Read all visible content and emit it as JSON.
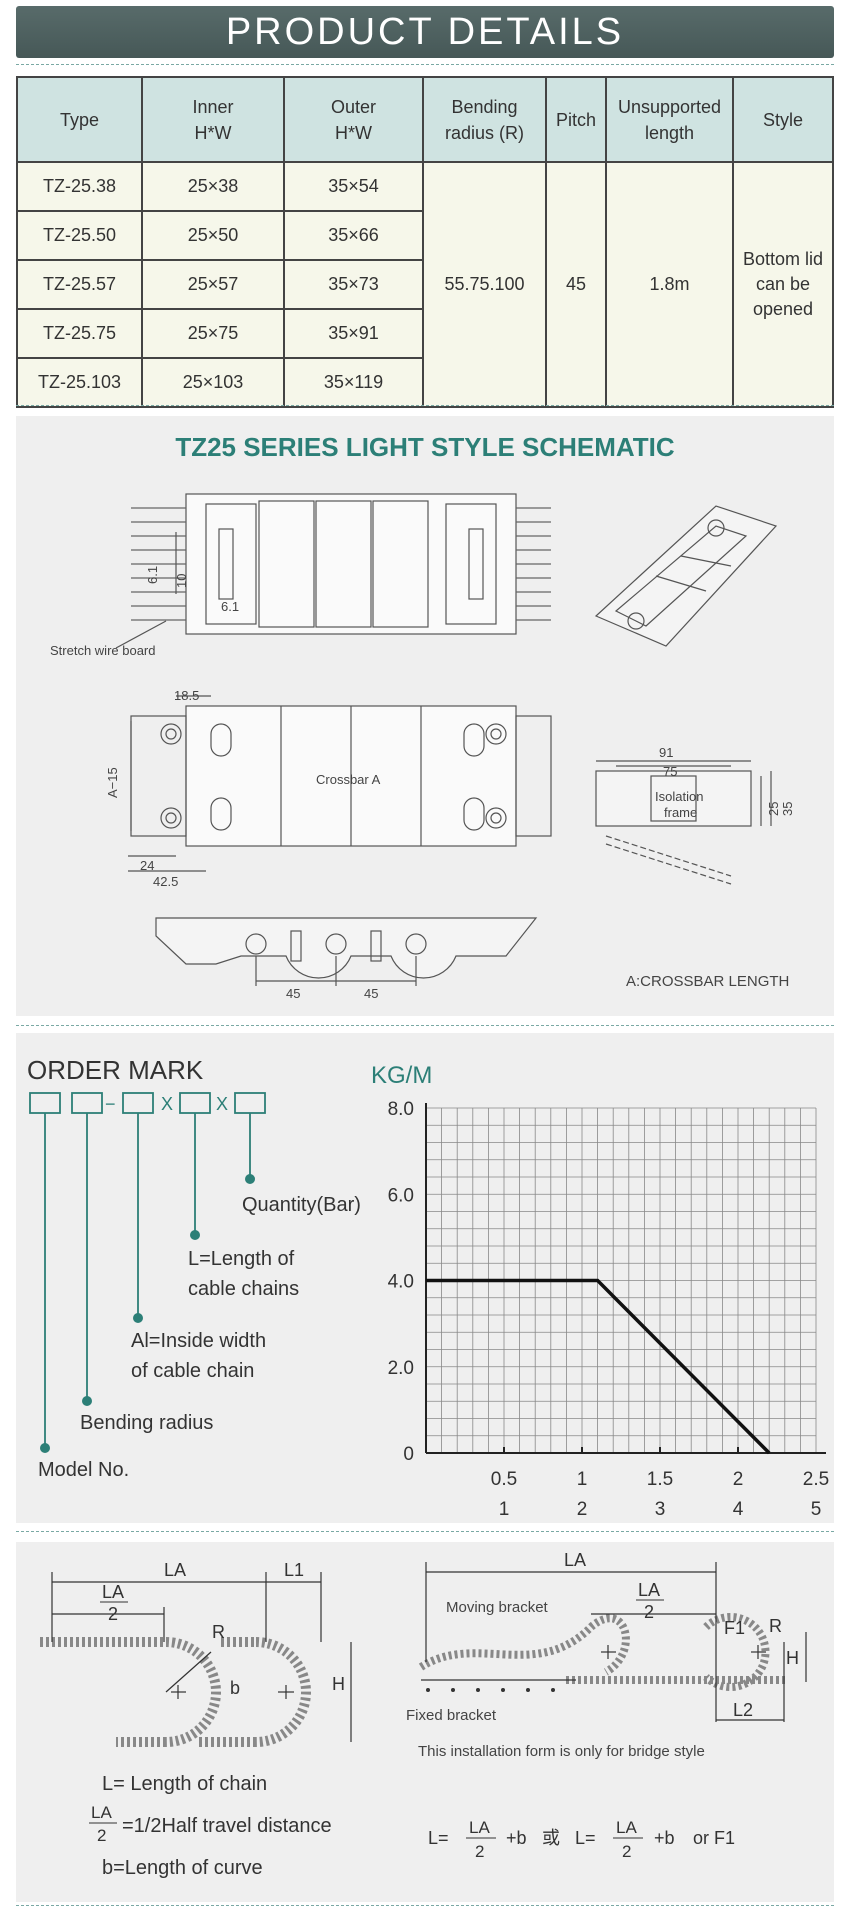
{
  "header": {
    "title": "PRODUCT DETAILS"
  },
  "table": {
    "headers": [
      "Type",
      "Inner H*W",
      "Outer H*W",
      "Bending radius (R)",
      "Pitch",
      "Unsupported length",
      "Style"
    ],
    "header_lines": [
      [
        "Type"
      ],
      [
        "Inner",
        "H*W"
      ],
      [
        "Outer",
        "H*W"
      ],
      [
        "Bending",
        "radius (R)"
      ],
      [
        "Pitch"
      ],
      [
        "Unsupported",
        "length"
      ],
      [
        "Style"
      ]
    ],
    "rows": [
      {
        "type": "TZ-25.38",
        "inner": "25×38",
        "outer": "35×54"
      },
      {
        "type": "TZ-25.50",
        "inner": "25×50",
        "outer": "35×66"
      },
      {
        "type": "TZ-25.57",
        "inner": "25×57",
        "outer": "35×73"
      },
      {
        "type": "TZ-25.75",
        "inner": "25×75",
        "outer": "35×91"
      },
      {
        "type": "TZ-25.103",
        "inner": "25×103",
        "outer": "35×119"
      }
    ],
    "bending_radius": "55.75.100",
    "pitch": "45",
    "unsupported_length": "1.8m",
    "style_lines": [
      "Bottom lid",
      "can be",
      "opened"
    ]
  },
  "schematic": {
    "title": "TZ25 SERIES LIGHT STYLE SCHEMATIC",
    "stretch_label": "Stretch wire board",
    "dims_top": [
      "6.1",
      "10",
      "6.1"
    ],
    "dims_mid": [
      "18.5",
      "A−15",
      "24",
      "42.5"
    ],
    "crossbar_label": "Crossbar A",
    "frame_dims": [
      "91",
      "75",
      "25",
      "35"
    ],
    "isolation_lines": [
      "Isolation",
      "frame"
    ],
    "pitch_dims": [
      "45",
      "45"
    ],
    "note": "A:CROSSBAR LENGTH"
  },
  "order_mark": {
    "title": "ORDER MARK",
    "separators": [
      "−",
      "X",
      "X"
    ],
    "labels": [
      {
        "lines": [
          "Quantity(Bar)"
        ]
      },
      {
        "lines": [
          "L=Length of",
          "cable chains"
        ]
      },
      {
        "lines": [
          "Al=Inside width",
          "of cable chain"
        ]
      },
      {
        "lines": [
          "Bending radius"
        ]
      },
      {
        "lines": [
          "Model No."
        ]
      }
    ]
  },
  "chart_data": {
    "type": "line",
    "title": "KG/M",
    "ylabel": "KG/M",
    "y_ticks": [
      "8.0",
      "6.0",
      "4.0",
      "2.0",
      "0"
    ],
    "x_ticks_row1": [
      "0.5",
      "1",
      "1.5",
      "2",
      "2.5"
    ],
    "x_ticks_row2": [
      "1",
      "2",
      "3",
      "4",
      "5"
    ],
    "ylim": [
      0,
      8
    ],
    "xlim": [
      0,
      2.5
    ],
    "grid": true,
    "series": [
      {
        "x": [
          0,
          1.1,
          2.2
        ],
        "y": [
          4.0,
          4.0,
          0
        ]
      }
    ]
  },
  "installation": {
    "left_labels": {
      "LA": "LA",
      "L1": "L1",
      "LA_half_num": "LA",
      "LA_half_den": "2",
      "R": "R",
      "b": "b",
      "H": "H"
    },
    "right_labels": {
      "LA": "LA",
      "LA_half_num": "LA",
      "LA_half_den": "2",
      "F1": "F1",
      "R": "R",
      "H": "H",
      "L2": "L2",
      "moving": "Moving bracket",
      "fixed": "Fixed bracket"
    },
    "note": "This installation form is only for bridge style",
    "legend": {
      "l": "L= Length of chain",
      "la_num": "LA",
      "la_den": "2",
      "la_text": "=1/2Half travel distance",
      "b": "b=Length of curve"
    },
    "formula": {
      "l_eq": "L=",
      "num": "LA",
      "den": "2",
      "plus_b": "+b",
      "or_cn": "或",
      "l_eq2": "L=",
      "num2": "LA",
      "den2": "2",
      "plus_b2": "+b",
      "or_f1": "or F1"
    }
  }
}
